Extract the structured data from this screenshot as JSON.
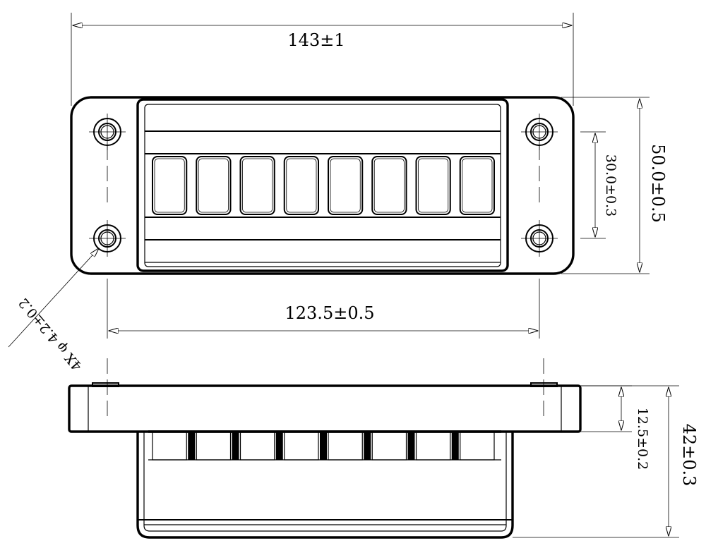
{
  "dimensions": {
    "overall_length": "143±1",
    "hole_spacing": "123.5±0.5",
    "overall_height": "50.0±0.5",
    "hole_pitch_vertical": "30.0±0.3",
    "flange_thickness": "12.5±0.2",
    "overall_depth": "42±0.3",
    "hole_callout": "4X φ 4.2±0.2"
  },
  "connector": {
    "port_count": 8
  }
}
